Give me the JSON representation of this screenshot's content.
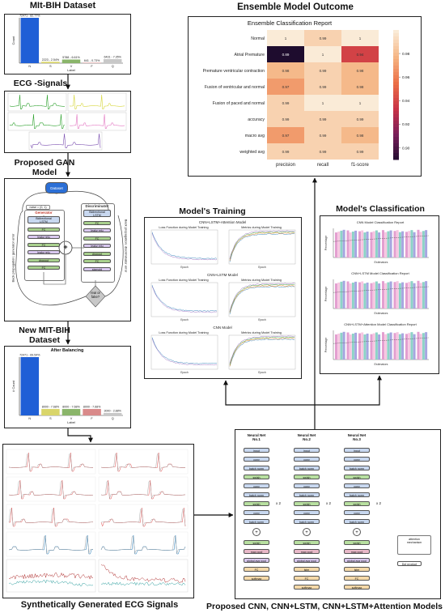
{
  "titles": {
    "mitbih": "MIt-BIH Dataset",
    "ecg": "ECG -Signals",
    "gan": "Proposed GAN\nModel",
    "newmit": "New MIT-BIH\nDataset",
    "synth": "Synthetically Generated ECG Signals",
    "ensemble": "Ensemble Model Outcome",
    "training": "Model's Training",
    "classification": "Model's Classification",
    "proposed": "Proposed CNN, CNN+LSTM, CNN+LSTM+Attention Models"
  },
  "mitbih_chart": {
    "ylabel": "Count",
    "xlabel": "Label",
    "categories": [
      "N",
      "S",
      "V",
      "F",
      "Q"
    ],
    "values": [
      72471,
      2223,
      5788,
      641,
      6431
    ],
    "bar_labels": [
      "72471 - 82.77%",
      "2223 - 2.54%",
      "5788 - 6.61%",
      "641 - 0.73%",
      "6431 - 7.35%"
    ],
    "bar_colors": [
      "#1f5fd6",
      "#d9d56a",
      "#8ab56a",
      "#d98a8a",
      "#c8c8c8"
    ]
  },
  "gan": {
    "dataset": "Dataset",
    "noise": "noise = (0, 1)",
    "generator": "Generator",
    "gen_layers": [
      "Bidirectional\nLSTM",
      "FC",
      "leaky relu",
      "FC",
      "leaky relu",
      "dropout",
      "FC"
    ],
    "discriminator": "Discriminator",
    "disc_layers": [
      "Bidirectional\nLSTM",
      "FC",
      "leaky relu",
      "FC",
      "leaky relu",
      "dropout",
      "FC",
      "sigmoid"
    ],
    "decision": "real or\nfake?",
    "backprop_left": "Back propagation: generator error",
    "backprop_right": "Back propagation: discriminator error",
    "plus": "+"
  },
  "after_balancing": {
    "title": "After Balancing",
    "ylabel": "# Count",
    "xlabel": "Label",
    "categories": [
      "N",
      "S",
      "V",
      "F",
      "Q"
    ],
    "values": [
      72471,
      8000,
      8000,
      8000,
      3000
    ],
    "bar_labels": [
      "72471 - 69.54%",
      "8000 - 7.68%",
      "8000 - 7.68%",
      "8000 - 7.68%",
      "3000 - 2.88%"
    ],
    "bar_colors": [
      "#1f5fd6",
      "#d9d56a",
      "#8ab56a",
      "#d98a8a",
      "#c8c8c8"
    ]
  },
  "heatmap": {
    "title": "Ensemble Classification Report",
    "rows": [
      "Normal",
      "Atrial Premature",
      "Premature ventricular contraction",
      "Fusion of ventricular and normal",
      "Fusion of paced and normal",
      "accuracy",
      "macro avg",
      "weighted avg"
    ],
    "cols": [
      "precision",
      "recall",
      "f1-score"
    ],
    "values": [
      [
        1,
        0.99,
        1
      ],
      [
        0.89,
        1,
        0.94
      ],
      [
        0.98,
        0.99,
        0.98
      ],
      [
        0.97,
        0.99,
        0.98
      ],
      [
        0.99,
        1,
        1
      ],
      [
        0.99,
        0.99,
        0.99
      ],
      [
        0.97,
        0.99,
        0.98
      ],
      [
        0.99,
        0.99,
        0.99
      ]
    ],
    "colorbar_ticks": [
      "0.98",
      "0.96",
      "0.94",
      "0.92",
      "0.90"
    ],
    "vmin": 0.89,
    "vmax": 1.0
  },
  "training": {
    "panels": [
      {
        "heading": "CNN+LSTM+Attention Model",
        "left": "Loss Function during Model Training",
        "right": "Metrics during Model Training"
      },
      {
        "heading": "CNN+LSTM Model",
        "left": "Loss Function during Model Training",
        "right": "Metrics during Model Training"
      },
      {
        "heading": "CNN Model",
        "left": "Loss Function during Model Training",
        "right": "Metrics during Model Training"
      }
    ],
    "xlabel": "Epoch"
  },
  "classification": {
    "panels": [
      "CNN Model Classification Report",
      "CNN+LSTM Model Classification Report",
      "CNN+LSTM+Attention Model Classification Report"
    ],
    "xlabel": "Estimators",
    "ylabel": "Percentage"
  },
  "nets": {
    "names": [
      "Neural Net\nNo.1",
      "Neural Net\nNo.2",
      "Neural Net\nNo.3"
    ],
    "blocks": [
      "input",
      "conv",
      "batch norm",
      "swish",
      "conv",
      "batch norm",
      "swish",
      "conv",
      "batch norm",
      "+",
      "swish",
      "max pool",
      "global avg pool",
      "FC",
      "softmax"
    ],
    "repeat": "x 2",
    "lstm": "lstm",
    "attention": "attention\nmechanism",
    "dot": "Dot product"
  }
}
